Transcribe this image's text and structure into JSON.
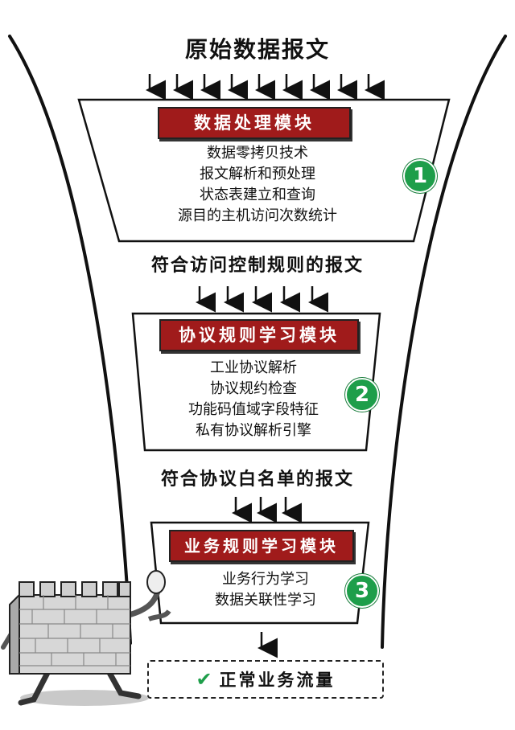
{
  "input_label": "原始数据报文",
  "stage1": {
    "title": "数据处理模块",
    "items": [
      "数据零拷贝技术",
      "报文解析和预处理",
      "状态表建立和查询",
      "源目的主机访问次数统计"
    ],
    "badge": "1"
  },
  "between1_label": "符合访问控制规则的报文",
  "stage2": {
    "title": "协议规则学习模块",
    "items": [
      "工业协议解析",
      "协议规约检查",
      "功能码值域字段特征",
      "私有协议解析引擎"
    ],
    "badge": "2"
  },
  "between2_label": "符合协议白名单的报文",
  "stage3": {
    "title": "业务规则学习模块",
    "items": [
      "业务行为学习",
      "数据关联性学习"
    ],
    "badge": "3"
  },
  "output": {
    "label": "正常业务流量",
    "icon": "checkmark-icon"
  },
  "mascot": "firewall-brick-wall-character",
  "colors": {
    "module_red": "#a01b1b",
    "badge_green": "#1e9e4a",
    "line": "#111111"
  }
}
